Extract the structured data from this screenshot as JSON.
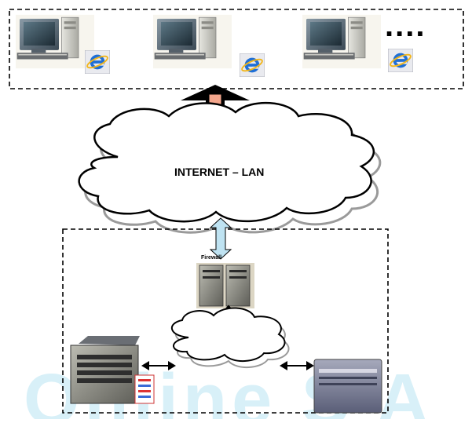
{
  "diagram": {
    "cloud_label": "INTERNET – LAN",
    "firewall_label": "Firewall",
    "more_indicator": "....",
    "watermark": "Online S A",
    "clients": [
      {
        "kind": "desktop-pc",
        "browser_icon": "ie-browser-icon"
      },
      {
        "kind": "desktop-pc",
        "browser_icon": "ie-browser-icon"
      },
      {
        "kind": "desktop-pc",
        "browser_icon": "ie-browser-icon"
      }
    ],
    "servers": [
      "firewall-server",
      "web-server",
      "database-server"
    ],
    "colors": {
      "upload_arrow": "#f4a68c",
      "lan_link": "#bfe3f2",
      "cloud_fill": "#ffffff",
      "cloud_shadow": "#9a9a9a",
      "watermark": "#d8f0f8"
    }
  }
}
